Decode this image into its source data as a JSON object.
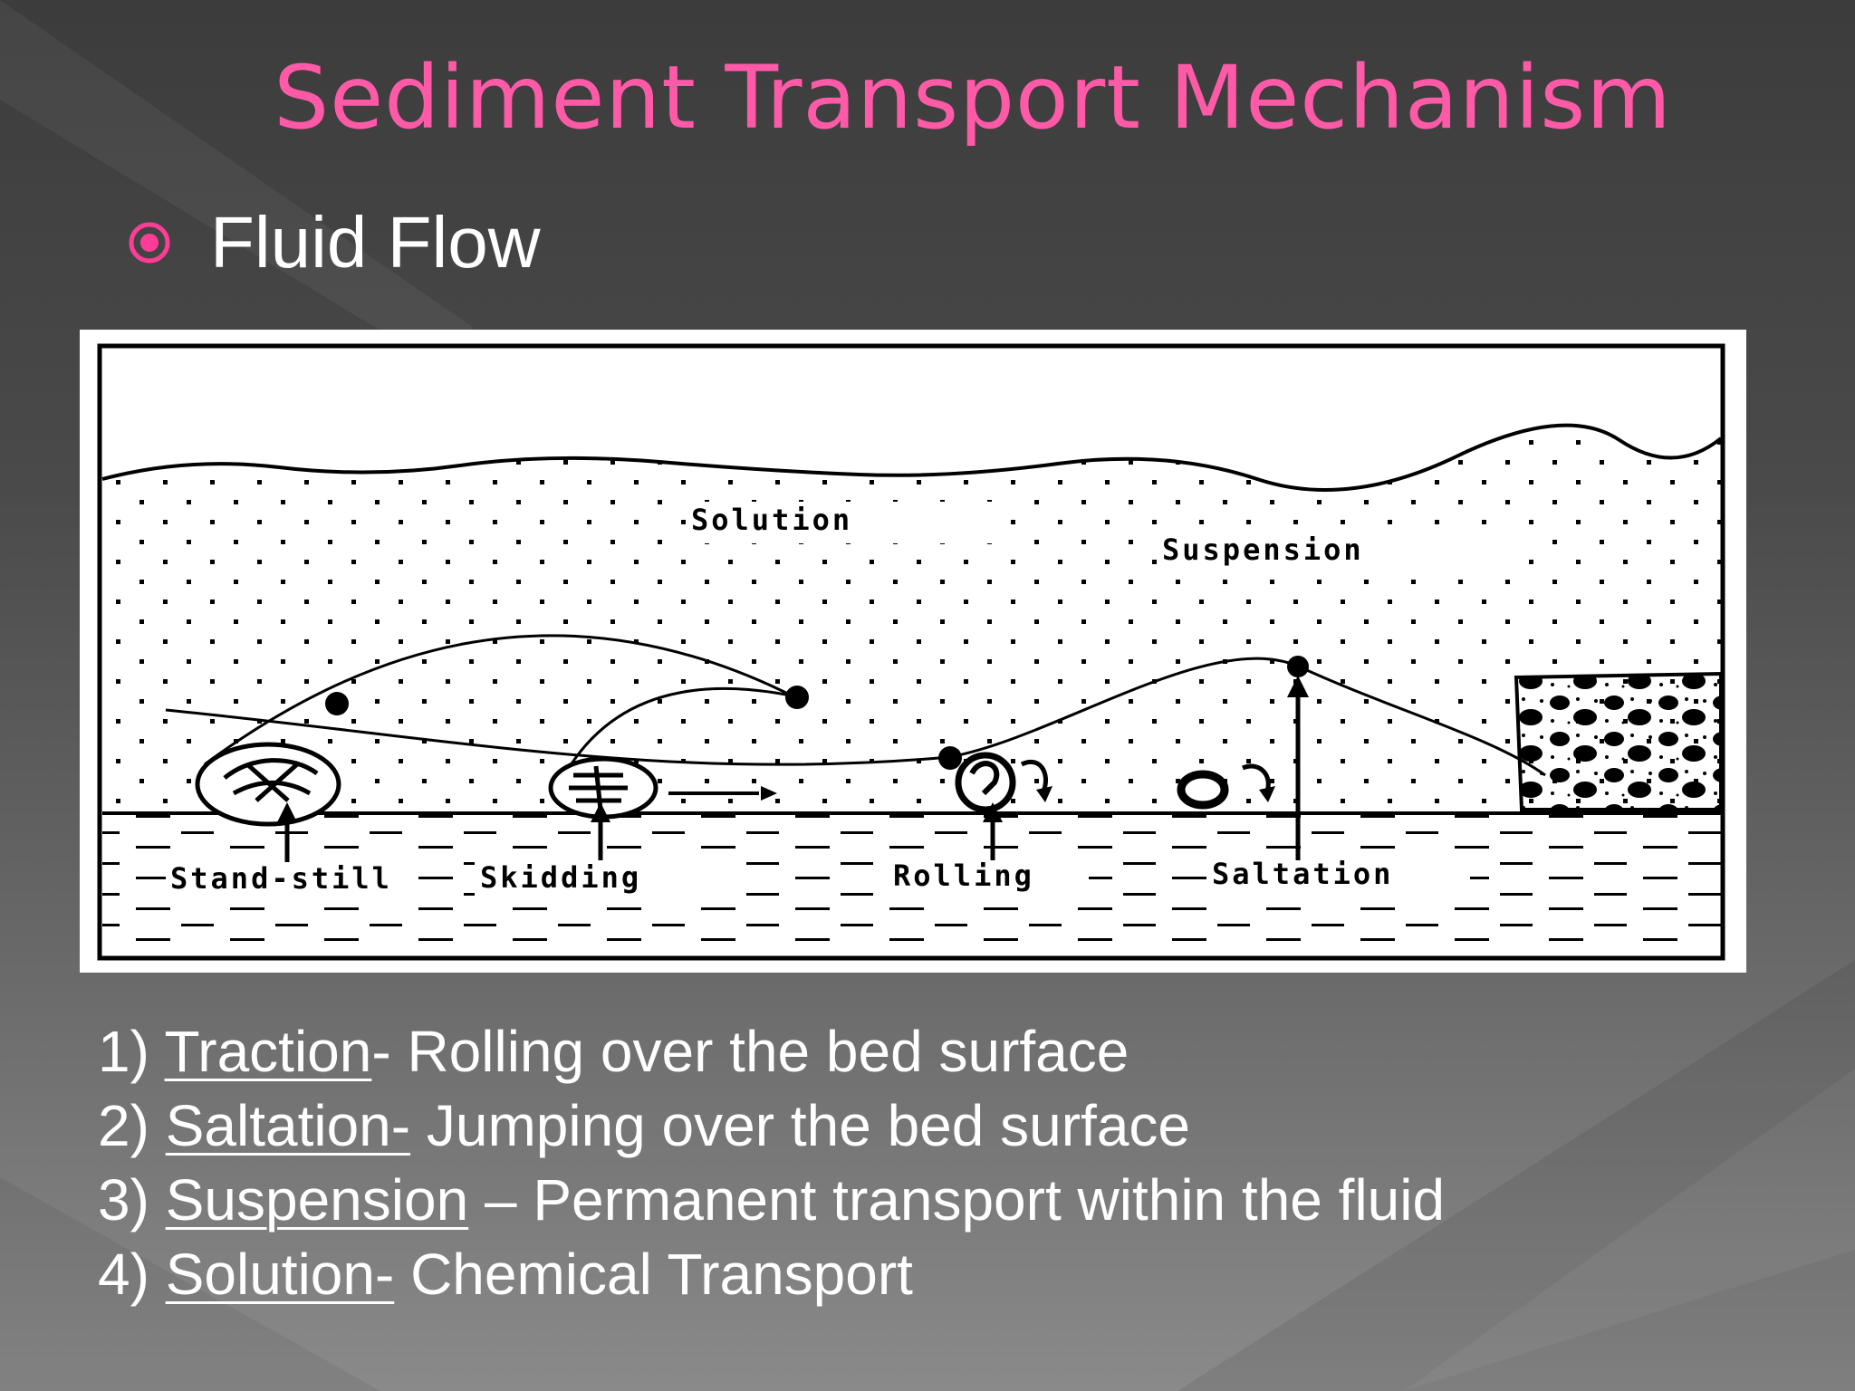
{
  "slide": {
    "title": "Sediment Transport Mechanism",
    "bullet": "Fluid Flow",
    "colors": {
      "title": "#ff5aa8",
      "bullet": "#ff3d96",
      "text": "#ffffff"
    }
  },
  "diagram": {
    "labels": {
      "solution": "Solution",
      "suspension": "Suspension",
      "stand_still": "Stand-still",
      "skidding": "Skidding",
      "rolling": "Rolling",
      "saltation": "Saltation"
    }
  },
  "list": [
    {
      "num": "1)",
      "term": "Traction",
      "rest": "- Rolling over the bed surface"
    },
    {
      "num": "2)",
      "term": "Saltation-",
      "rest": " Jumping over the bed surface"
    },
    {
      "num": "3)",
      "term": "Suspension",
      "rest": " – Permanent transport within the fluid"
    },
    {
      "num": "4)",
      "term": "Solution-",
      "rest": " Chemical Transport"
    }
  ]
}
